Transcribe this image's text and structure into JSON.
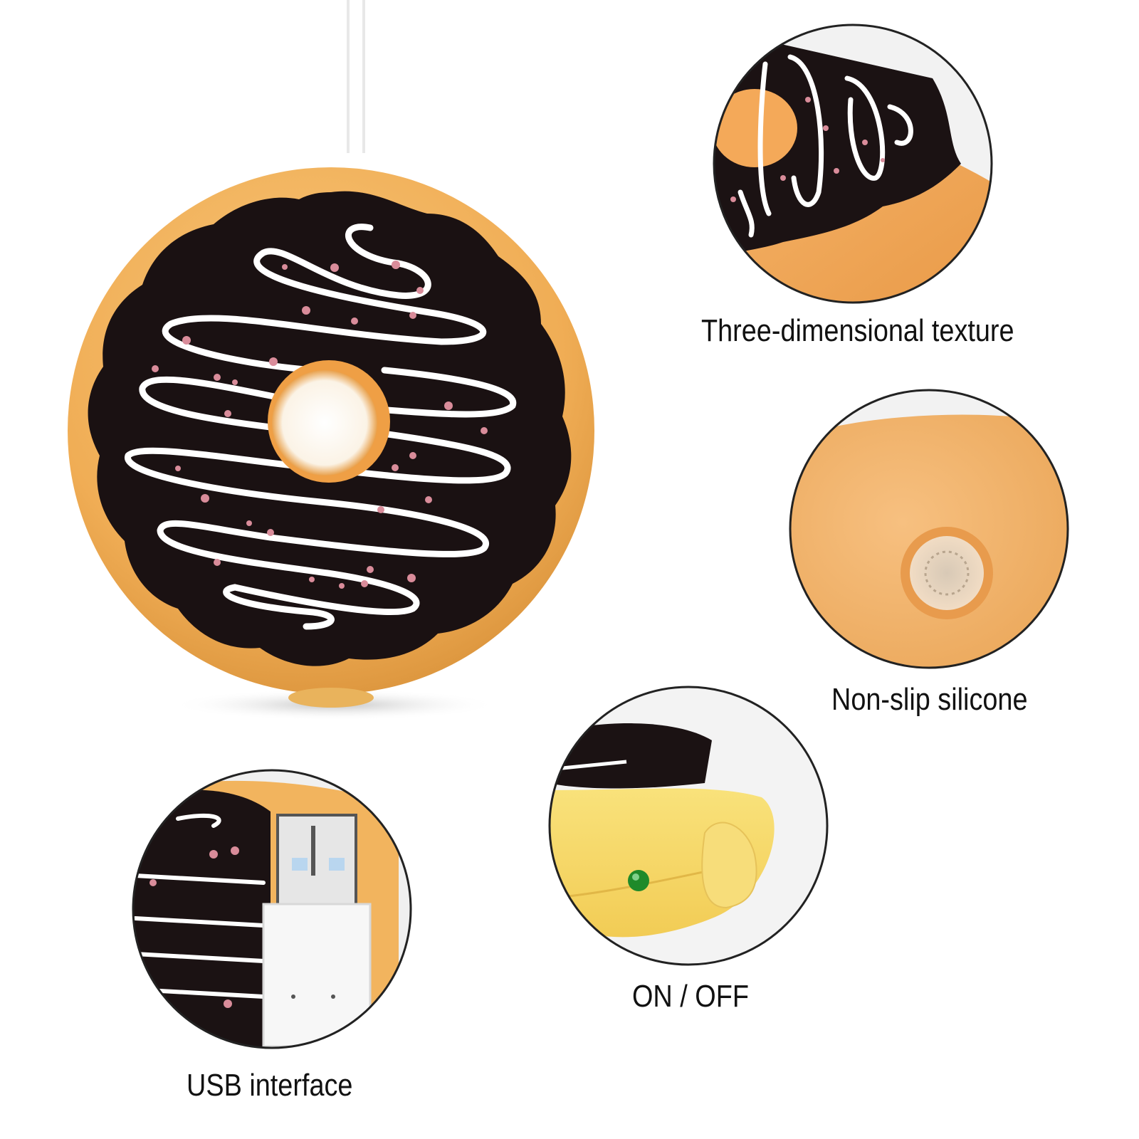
{
  "captions": {
    "texture": "Three-dimensional texture",
    "nonslip": "Non-slip silicone",
    "onoff": "ON / OFF",
    "usb": "USB interface"
  },
  "colors": {
    "background": "#ffffff",
    "donut_base": "#f2b45e",
    "icing": "#1a1112",
    "drizzle": "#ffffff",
    "sprinkle": "#d98c9a",
    "led": "#1f8a2a",
    "circle_border": "#222222"
  }
}
